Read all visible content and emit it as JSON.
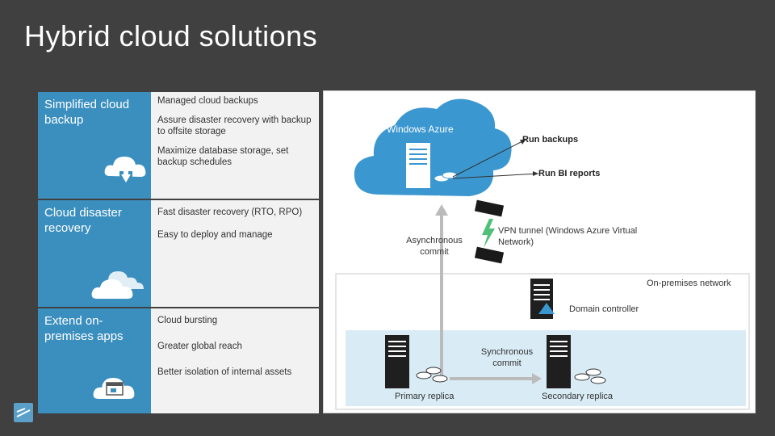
{
  "slide": {
    "title": "Hybrid cloud solutions"
  },
  "sections": [
    {
      "title": "Simplified cloud backup",
      "icon": "cloud-download-icon",
      "bullets": [
        "Managed cloud backups",
        "Assure disaster recovery with backup to offsite storage",
        "Maximize database storage, set backup schedules"
      ]
    },
    {
      "title": "Cloud disaster recovery",
      "icon": "clouds-icon",
      "bullets": [
        "Fast disaster recovery (RTO, RPO)",
        "Easy to deploy and manage"
      ]
    },
    {
      "title": "Extend on-premises apps",
      "icon": "cloud-app-icon",
      "bullets": [
        "Cloud bursting",
        "Greater global reach",
        "Better isolation of internal assets"
      ]
    }
  ],
  "diagram": {
    "cloud_label": "Windows Azure",
    "secondary_replica_cloud": "Secondary replica",
    "run_backups": "Run backups",
    "run_bi": "Run BI reports",
    "vpn": "VPN tunnel (Windows Azure Virtual Network)",
    "async_commit": "Asynchronous commit",
    "onprem_network": "On-premises network",
    "domain_controller": "Domain controller",
    "sync_commit": "Synchronous commit",
    "primary_replica": "Primary replica",
    "secondary_replica_onprem": "Secondary replica"
  },
  "colors": {
    "background": "#404040",
    "section_blue": "#3b8fbf",
    "bullet_panel": "#f2f2f2",
    "cloud": "#3b97cf",
    "onprem_band": "#d9ebf5",
    "arrow": "#bbbbbb",
    "vpn_bolt": "#4fc07a"
  }
}
